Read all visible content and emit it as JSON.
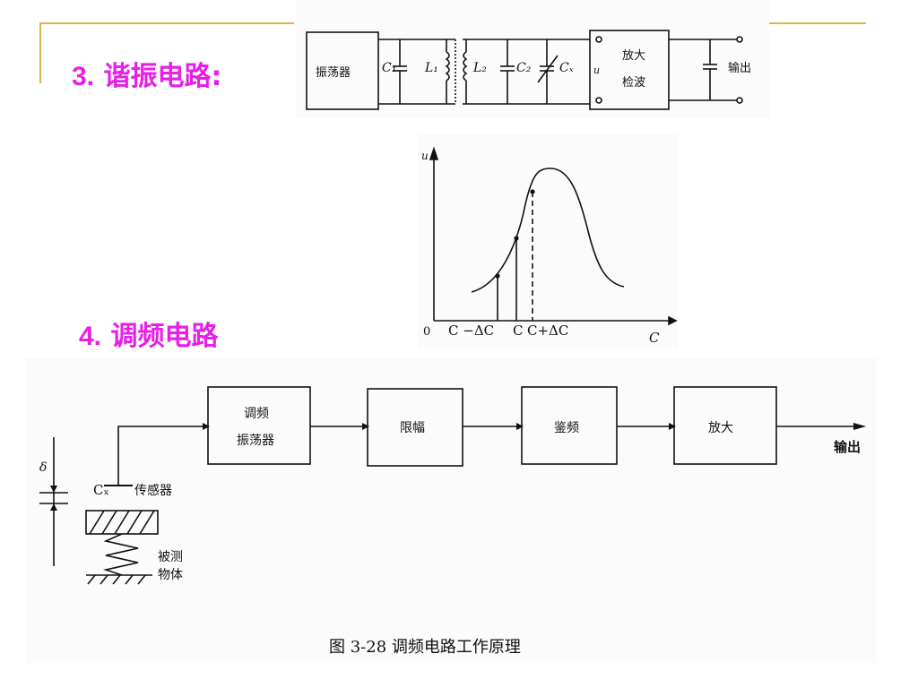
{
  "headings": {
    "resonant": {
      "number": "3.",
      "title": " 谐振电路:"
    },
    "fm": {
      "number": "4.",
      "title": " 调频电路"
    }
  },
  "resonant_circuit": {
    "oscillator_label": "振荡器",
    "c1": "C₁",
    "l1": "L₁",
    "l2": "L₂",
    "c2": "C₂",
    "cx": "Cₓ",
    "u_label": "u",
    "amp_label_1": "放大",
    "amp_label_2": "检波",
    "output_label": "输出"
  },
  "resonance_curve": {
    "y_axis_label": "u",
    "x_axis_label": "C",
    "origin_label": "0",
    "ticks": [
      "C −ΔC",
      "C",
      "C+ΔC"
    ]
  },
  "fm_diagram": {
    "block_fm_osc_1": "调频",
    "block_fm_osc_2": "振荡器",
    "block_limiter": "限幅",
    "block_discriminator": "鉴频",
    "block_amplifier": "放大",
    "output_label": "输出",
    "cx_label": "Cₓ",
    "sensor_label": "传感器",
    "delta_label": "δ",
    "object_label_1": "被测",
    "object_label_2": "物体"
  },
  "caption": "图 3-28    调频电路工作原理"
}
